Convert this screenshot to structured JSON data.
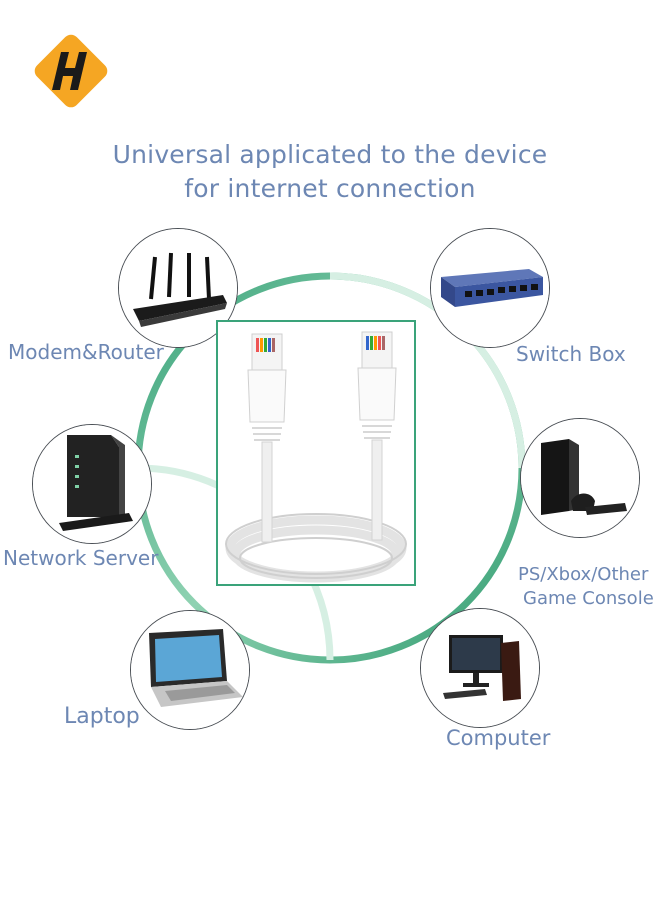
{
  "headline": {
    "line1": "Universal applicated to the device",
    "line2": "for internet connection"
  },
  "brand": {
    "logo_letter": "H",
    "logo_color": "#f5a623",
    "logo_letter_color": "#1a1a1a"
  },
  "accent_color": "#3aa37a",
  "devices": {
    "modem": {
      "label": "Modem&Router",
      "icon": "router-icon"
    },
    "switch": {
      "label": "Switch Box",
      "icon": "switch-icon"
    },
    "server": {
      "label": "Network Server",
      "icon": "server-icon"
    },
    "console": {
      "label_line1": "PS/Xbox/Other",
      "label_line2": "Game Console",
      "icon": "game-console-icon"
    },
    "laptop": {
      "label": "Laptop",
      "icon": "laptop-icon"
    },
    "computer": {
      "label": "Computer",
      "icon": "desktop-computer-icon"
    }
  },
  "product": {
    "icon": "ethernet-cable-icon"
  }
}
